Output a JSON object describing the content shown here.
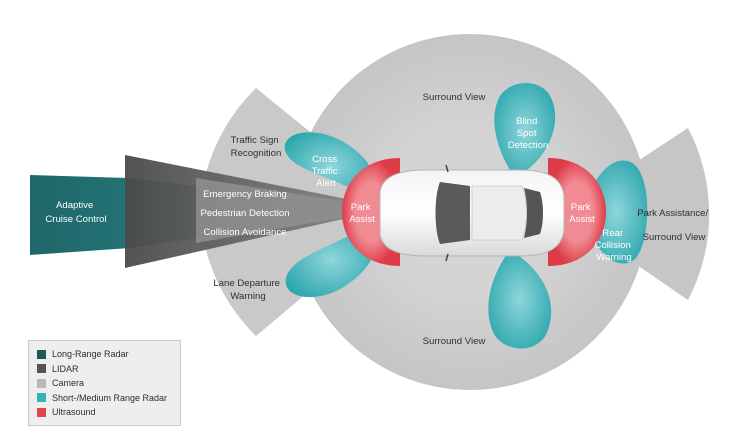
{
  "labels": {
    "adaptive_cruise": [
      "Adaptive",
      "Cruise Control"
    ],
    "emergency_braking": "Emergency Braking",
    "pedestrian_detection": "Pedestrian Detection",
    "collision_avoidance": "Collision Avoidance",
    "traffic_sign": [
      "Traffic Sign",
      "Recognition"
    ],
    "lane_departure": [
      "Lane Departure",
      "Warning"
    ],
    "cross_traffic": [
      "Cross",
      "Traffic",
      "Alert"
    ],
    "park_assist_front": [
      "Park",
      "Assist"
    ],
    "park_assist_rear": [
      "Park",
      "Assist"
    ],
    "surround_view_top": "Surround View",
    "surround_view_bottom": "Surround View",
    "blind_spot": [
      "Blind",
      "Spot",
      "Detection"
    ],
    "rear_collision": [
      "Rear",
      "Collision",
      "Warning"
    ],
    "park_assistance_right": [
      "Park Assistance/",
      "Surround View"
    ]
  },
  "legend": [
    {
      "label": "Long-Range Radar",
      "color": "#1c5a5a"
    },
    {
      "label": "LIDAR",
      "color": "#545454"
    },
    {
      "label": "Camera",
      "color": "#b8b8b8"
    },
    {
      "label": "Short-/Medium Range Radar",
      "color": "#3ab1b8"
    },
    {
      "label": "Ultrasound",
      "color": "#e2434f"
    }
  ]
}
